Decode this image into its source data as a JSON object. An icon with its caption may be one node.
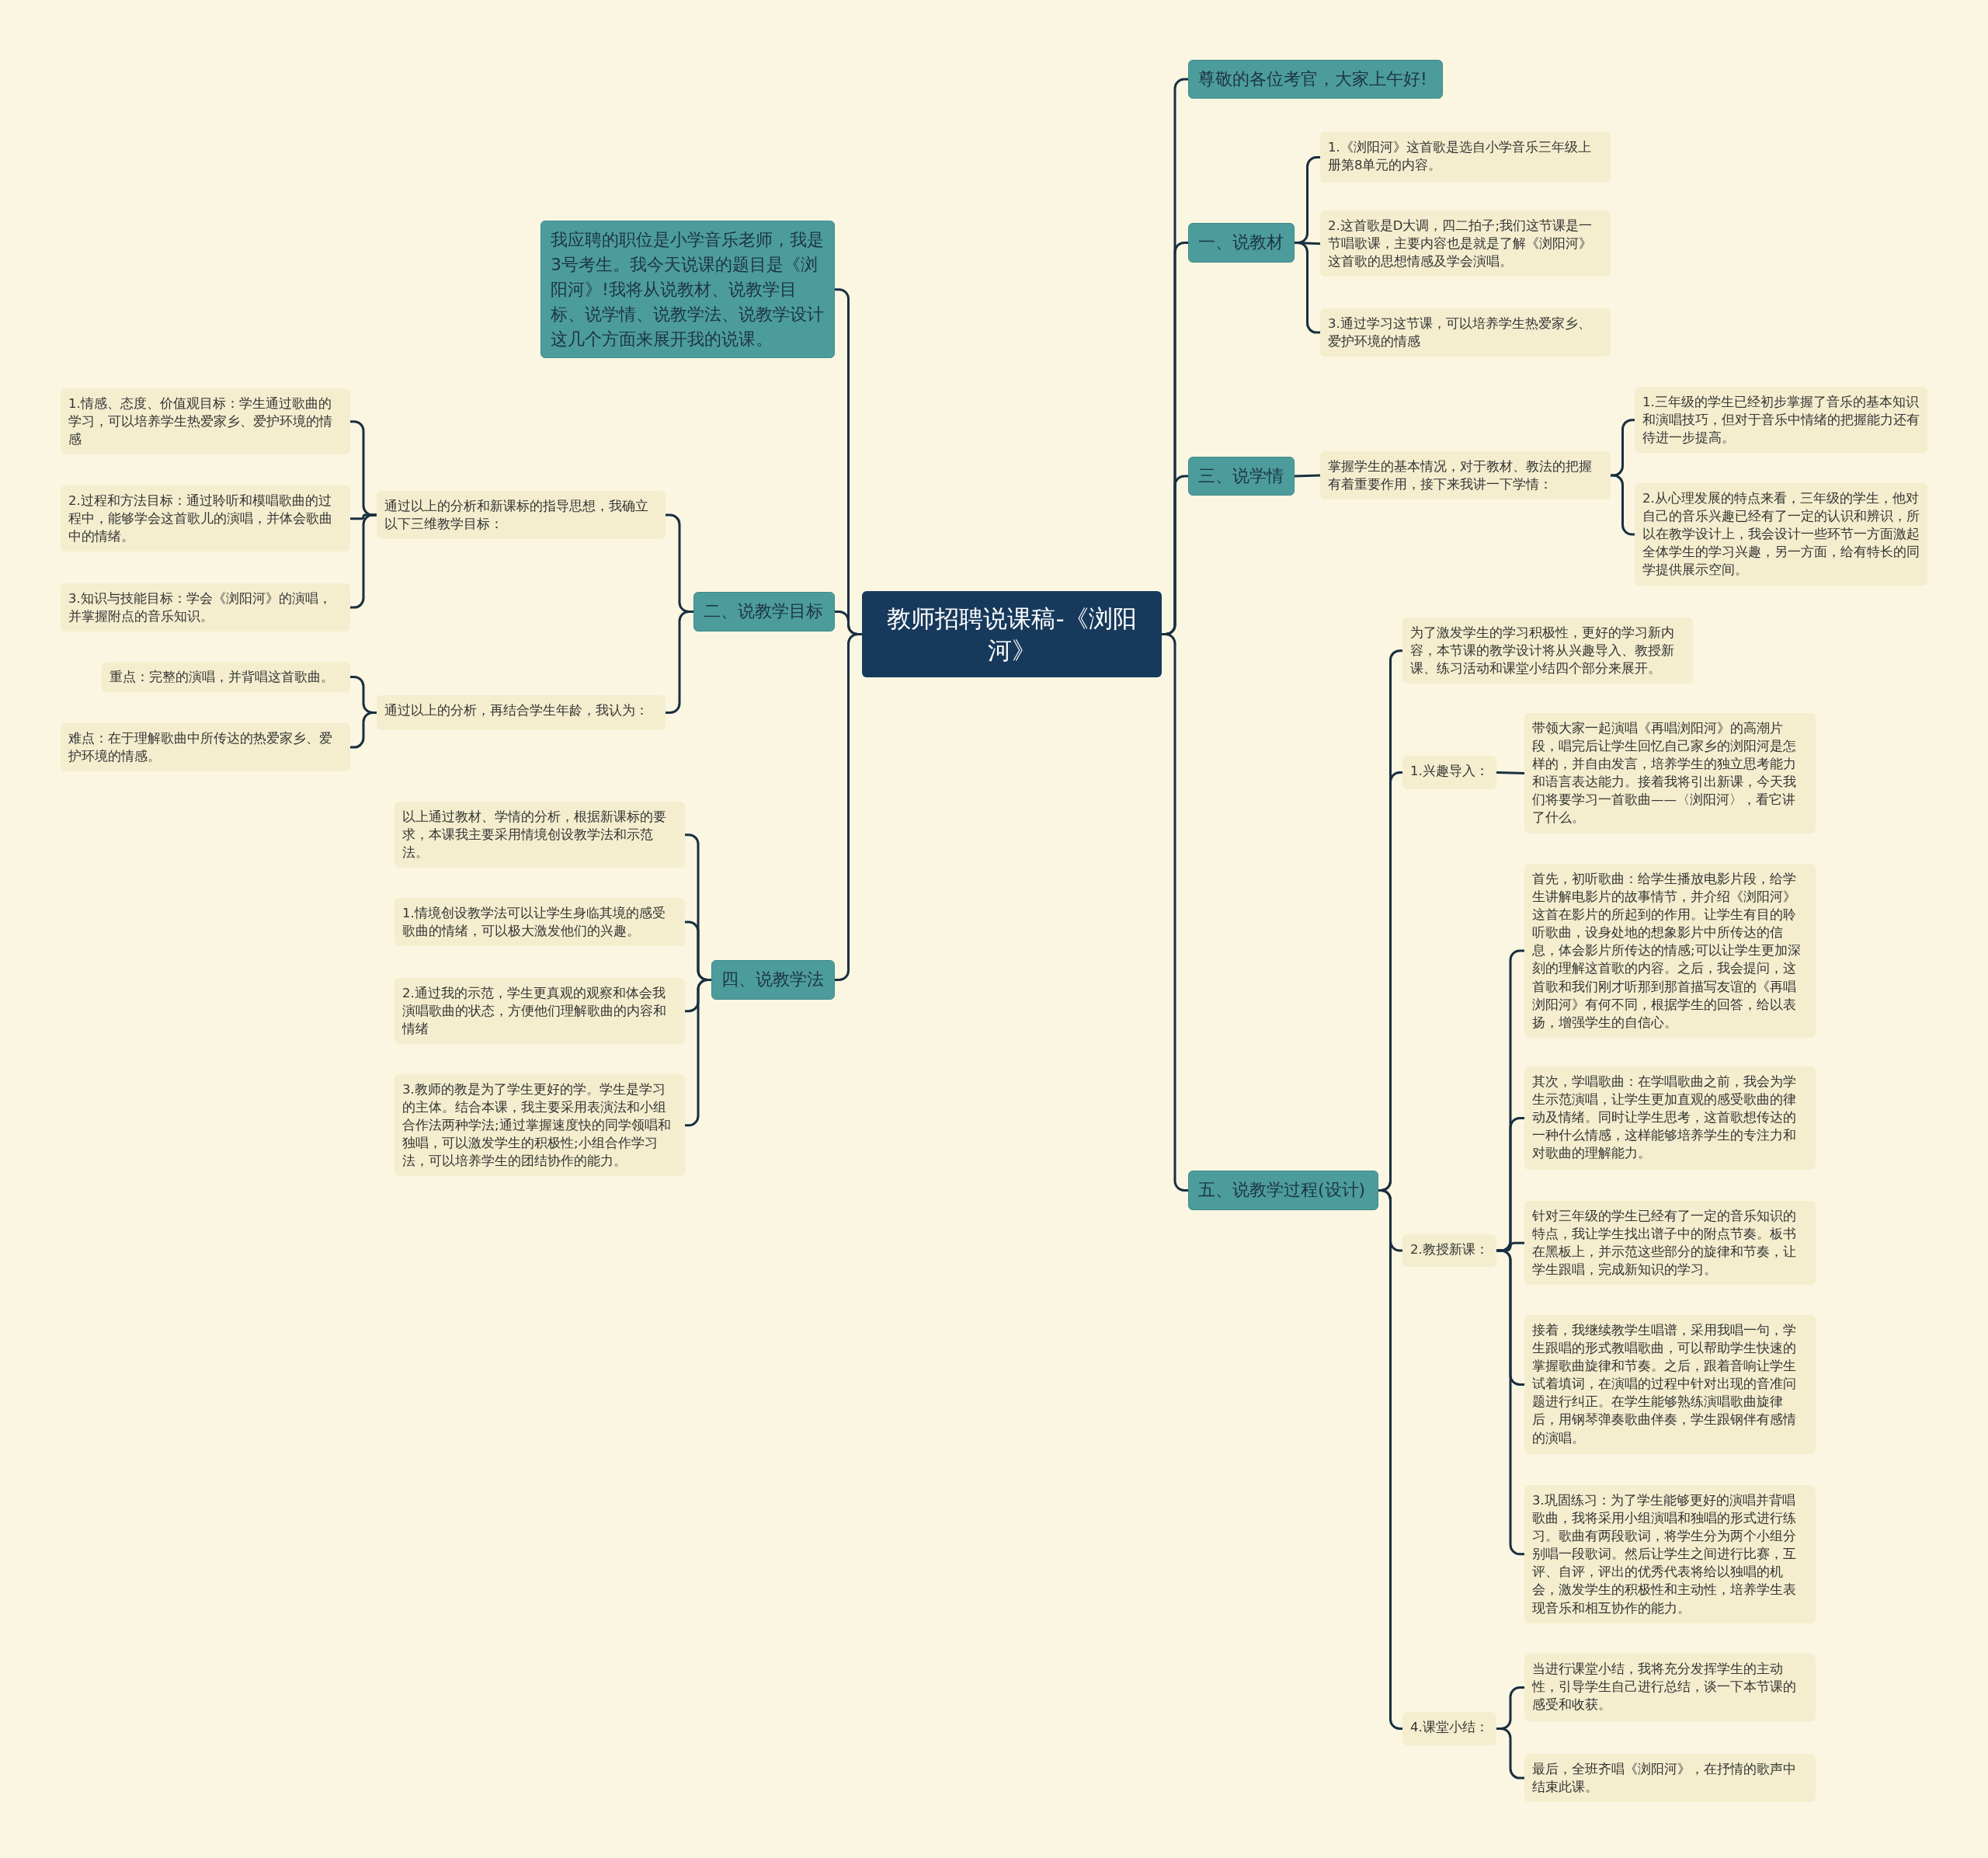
{
  "diagram": {
    "nodes": [
      {
        "text": [
          "教师招聘说课稿-《浏阳河》"
        ]
      },
      {
        "text": [
          "我应聘的职位是小学音乐老师，我是3号考生。我今天说课的题目是《浏阳河》!我将从说教材、说教学目标、说学情、说教学法、说教学设计这几个方面来展开我的说课。"
        ]
      },
      {
        "text": [
          "二、说教学目标"
        ]
      },
      {
        "text": [
          "通过以上的分析和新课标的指导思想，我确立以下三维教学目标："
        ]
      },
      {
        "text": [
          "1.情感、态度、价值观目标：学生通过歌曲的学习，可以培养学生热爱家乡、爱护环境的情感"
        ]
      },
      {
        "text": [
          "2.过程和方法目标：通过聆听和模唱歌曲的过程中，能够学会这首歌儿的演唱，并体会歌曲中的情绪。"
        ]
      },
      {
        "text": [
          "3.知识与技能目标：学会《浏阳河》的演唱，并掌握附点的音乐知识。"
        ]
      },
      {
        "text": [
          "通过以上的分析，再结合学生年龄，我认为："
        ]
      },
      {
        "text": [
          "重点：完整的演唱，并背唱这首歌曲。"
        ]
      },
      {
        "text": [
          "难点：在于理解歌曲中所传达的热爱家乡、爱护环境的情感。"
        ]
      },
      {
        "text": [
          "四、说教学法"
        ]
      },
      {
        "text": [
          "以上通过教材、学情的分析，根据新课标的要求，本课我主要采用情境创设教学法和示范法。"
        ]
      },
      {
        "text": [
          "1.情境创设教学法可以让学生身临其境的感受歌曲的情绪，可以极大激发他们的兴趣。"
        ]
      },
      {
        "text": [
          "2.通过我的示范，学生更真观的观察和体会我演唱歌曲的状态，方便他们理解歌曲的内容和情绪"
        ]
      },
      {
        "text": [
          "3.教师的教是为了学生更好的学。学生是学习的主体。结合本课，我主要采用表演法和小组合作法两种学法;通过掌握速度快的同学领唱和独唱，可以激发学生的积极性;小组合作学习法，可以培养学生的团结协作的能力。"
        ]
      },
      {
        "text": [
          "尊敬的各位考官，大家上午好!"
        ]
      },
      {
        "text": [
          "一、说教材"
        ]
      },
      {
        "text": [
          "1.《浏阳河》这首歌是选自小学音乐三年级上册第8单元的内容。"
        ]
      },
      {
        "text": [
          "2.这首歌是D大调，四二拍子;我们这节课是一节唱歌课，主要内容也是就是了解《浏阳河》这首歌的思想情感及学会演唱。"
        ]
      },
      {
        "text": [
          "3.通过学习这节课，可以培养学生热爱家乡、爱护环境的情感"
        ]
      },
      {
        "text": [
          "三、说学情"
        ]
      },
      {
        "text": [
          "掌握学生的基本情况，对于教材、教法的把握有着重要作用，接下来我讲一下学情："
        ]
      },
      {
        "text": [
          "1.三年级的学生已经初步掌握了音乐的基本知识和演唱技巧，但对于音乐中情绪的把握能力还有待进一步提高。"
        ]
      },
      {
        "text": [
          "2.从心理发展的特点来看，三年级的学生，他对自己的音乐兴趣已经有了一定的认识和辨识，所以在教学设计上，我会设计一些环节一方面激起全体学生的学习兴趣，另一方面，给有特长的同学提供展示空间。"
        ]
      },
      {
        "text": [
          "五、说教学过程(设计)"
        ]
      },
      {
        "text": [
          "为了激发学生的学习积极性，更好的学习新内容，本节课的教学设计将从兴趣导入、教授新课、练习活动和课堂小结四个部分来展开。"
        ]
      },
      {
        "text": [
          "1.兴趣导入："
        ]
      },
      {
        "text": [
          "带领大家一起演唱《再唱浏阳河》的高潮片段，唱完后让学生回忆自己家乡的浏阳河是怎样的，并自由发言，培养学生的独立思考能力和语言表达能力。接着我将引出新课，今天我们将要学习一首歌曲——〈浏阳河〉，看它讲了什么。"
        ]
      },
      {
        "text": [
          "2.教授新课："
        ]
      },
      {
        "text": [
          "首先，初听歌曲：给学生播放电影片段，给学生讲解电影片的故事情节，并介绍《浏阳河》这首在影片的所起到的作用。让学生有目的聆听歌曲，设身处地的想象影片中所传达的信息，体会影片所传达的情感;可以让学生更加深刻的理解这首歌的内容。之后，我会提问，这首歌和我们刚才听那到那首描写友谊的《再唱浏阳河》有何不同，根据学生的回答，给以表扬，增强学生的自信心。"
        ]
      },
      {
        "text": [
          "其次，学唱歌曲：在学唱歌曲之前，我会为学生示范演唱，让学生更加直观的感受歌曲的律动及情绪。同时让学生思考，这首歌想传达的一种什么情感，这样能够培养学生的专注力和对歌曲的理解能力。"
        ]
      },
      {
        "text": [
          "针对三年级的学生已经有了一定的音乐知识的特点，我让学生找出谱子中的附点节奏。板书在黑板上，并示范这些部分的旋律和节奏，让学生跟唱，完成新知识的学习。"
        ]
      },
      {
        "text": [
          "接着，我继续教学生唱谱，采用我唱一句，学生跟唱的形式教唱歌曲，可以帮助学生快速的掌握歌曲旋律和节奏。之后，跟着音响让学生试着填词，在演唱的过程中针对出现的音准问题进行纠正。在学生能够熟练演唱歌曲旋律后，用钢琴弹奏歌曲伴奏，学生跟钢伴有感情的演唱。"
        ]
      },
      {
        "text": [
          "3.巩固练习：为了学生能够更好的演唱并背唱歌曲，我将采用小组演唱和独唱的形式进行练习。歌曲有两段歌词，将学生分为两个小组分别唱一段歌词。然后让学生之间进行比赛，互评、自评，评出的优秀代表将给以独唱的机会，激发学生的积极性和主动性，培养学生表现音乐和相互协作的能力。"
        ]
      },
      {
        "text": [
          "4.课堂小结："
        ]
      },
      {
        "text": [
          "当进行课堂小结，我将充分发挥学生的主动性，引导学生自己进行总结，谈一下本节课的感受和收获。"
        ]
      },
      {
        "text": [
          "最后，全班齐唱《浏阳河》，在抒情的歌声中结束此课。"
        ]
      }
    ],
    "edges": [
      {
        "from": 0,
        "to": 1,
        "arrow": "none"
      },
      {
        "from": 0,
        "to": 2,
        "arrow": "none"
      },
      {
        "from": 2,
        "to": 3,
        "arrow": "none"
      },
      {
        "from": 3,
        "to": 4,
        "arrow": "none"
      },
      {
        "from": 3,
        "to": 5,
        "arrow": "none"
      },
      {
        "from": 3,
        "to": 6,
        "arrow": "none"
      },
      {
        "from": 2,
        "to": 7,
        "arrow": "none"
      },
      {
        "from": 7,
        "to": 8,
        "arrow": "none"
      },
      {
        "from": 7,
        "to": 9,
        "arrow": "none"
      },
      {
        "from": 0,
        "to": 10,
        "arrow": "none"
      },
      {
        "from": 10,
        "to": 11,
        "arrow": "none"
      },
      {
        "from": 10,
        "to": 12,
        "arrow": "none"
      },
      {
        "from": 10,
        "to": 13,
        "arrow": "none"
      },
      {
        "from": 10,
        "to": 14,
        "arrow": "none"
      },
      {
        "from": 0,
        "to": 15,
        "arrow": "none"
      },
      {
        "from": 0,
        "to": 16,
        "arrow": "none"
      },
      {
        "from": 16,
        "to": 17,
        "arrow": "none"
      },
      {
        "from": 16,
        "to": 18,
        "arrow": "none"
      },
      {
        "from": 16,
        "to": 19,
        "arrow": "none"
      },
      {
        "from": 0,
        "to": 20,
        "arrow": "none"
      },
      {
        "from": 20,
        "to": 21,
        "arrow": "none"
      },
      {
        "from": 21,
        "to": 22,
        "arrow": "none"
      },
      {
        "from": 21,
        "to": 23,
        "arrow": "none"
      },
      {
        "from": 0,
        "to": 24,
        "arrow": "none"
      },
      {
        "from": 24,
        "to": 25,
        "arrow": "none"
      },
      {
        "from": 24,
        "to": 26,
        "arrow": "none"
      },
      {
        "from": 26,
        "to": 27,
        "arrow": "none"
      },
      {
        "from": 24,
        "to": 28,
        "arrow": "none"
      },
      {
        "from": 28,
        "to": 29,
        "arrow": "none"
      },
      {
        "from": 28,
        "to": 30,
        "arrow": "none"
      },
      {
        "from": 28,
        "to": 31,
        "arrow": "none"
      },
      {
        "from": 28,
        "to": 32,
        "arrow": "none"
      },
      {
        "from": 28,
        "to": 33,
        "arrow": "none"
      },
      {
        "from": 24,
        "to": 34,
        "arrow": "none"
      },
      {
        "from": 34,
        "to": 35,
        "arrow": "none"
      },
      {
        "from": 34,
        "to": 36,
        "arrow": "none"
      }
    ]
  }
}
